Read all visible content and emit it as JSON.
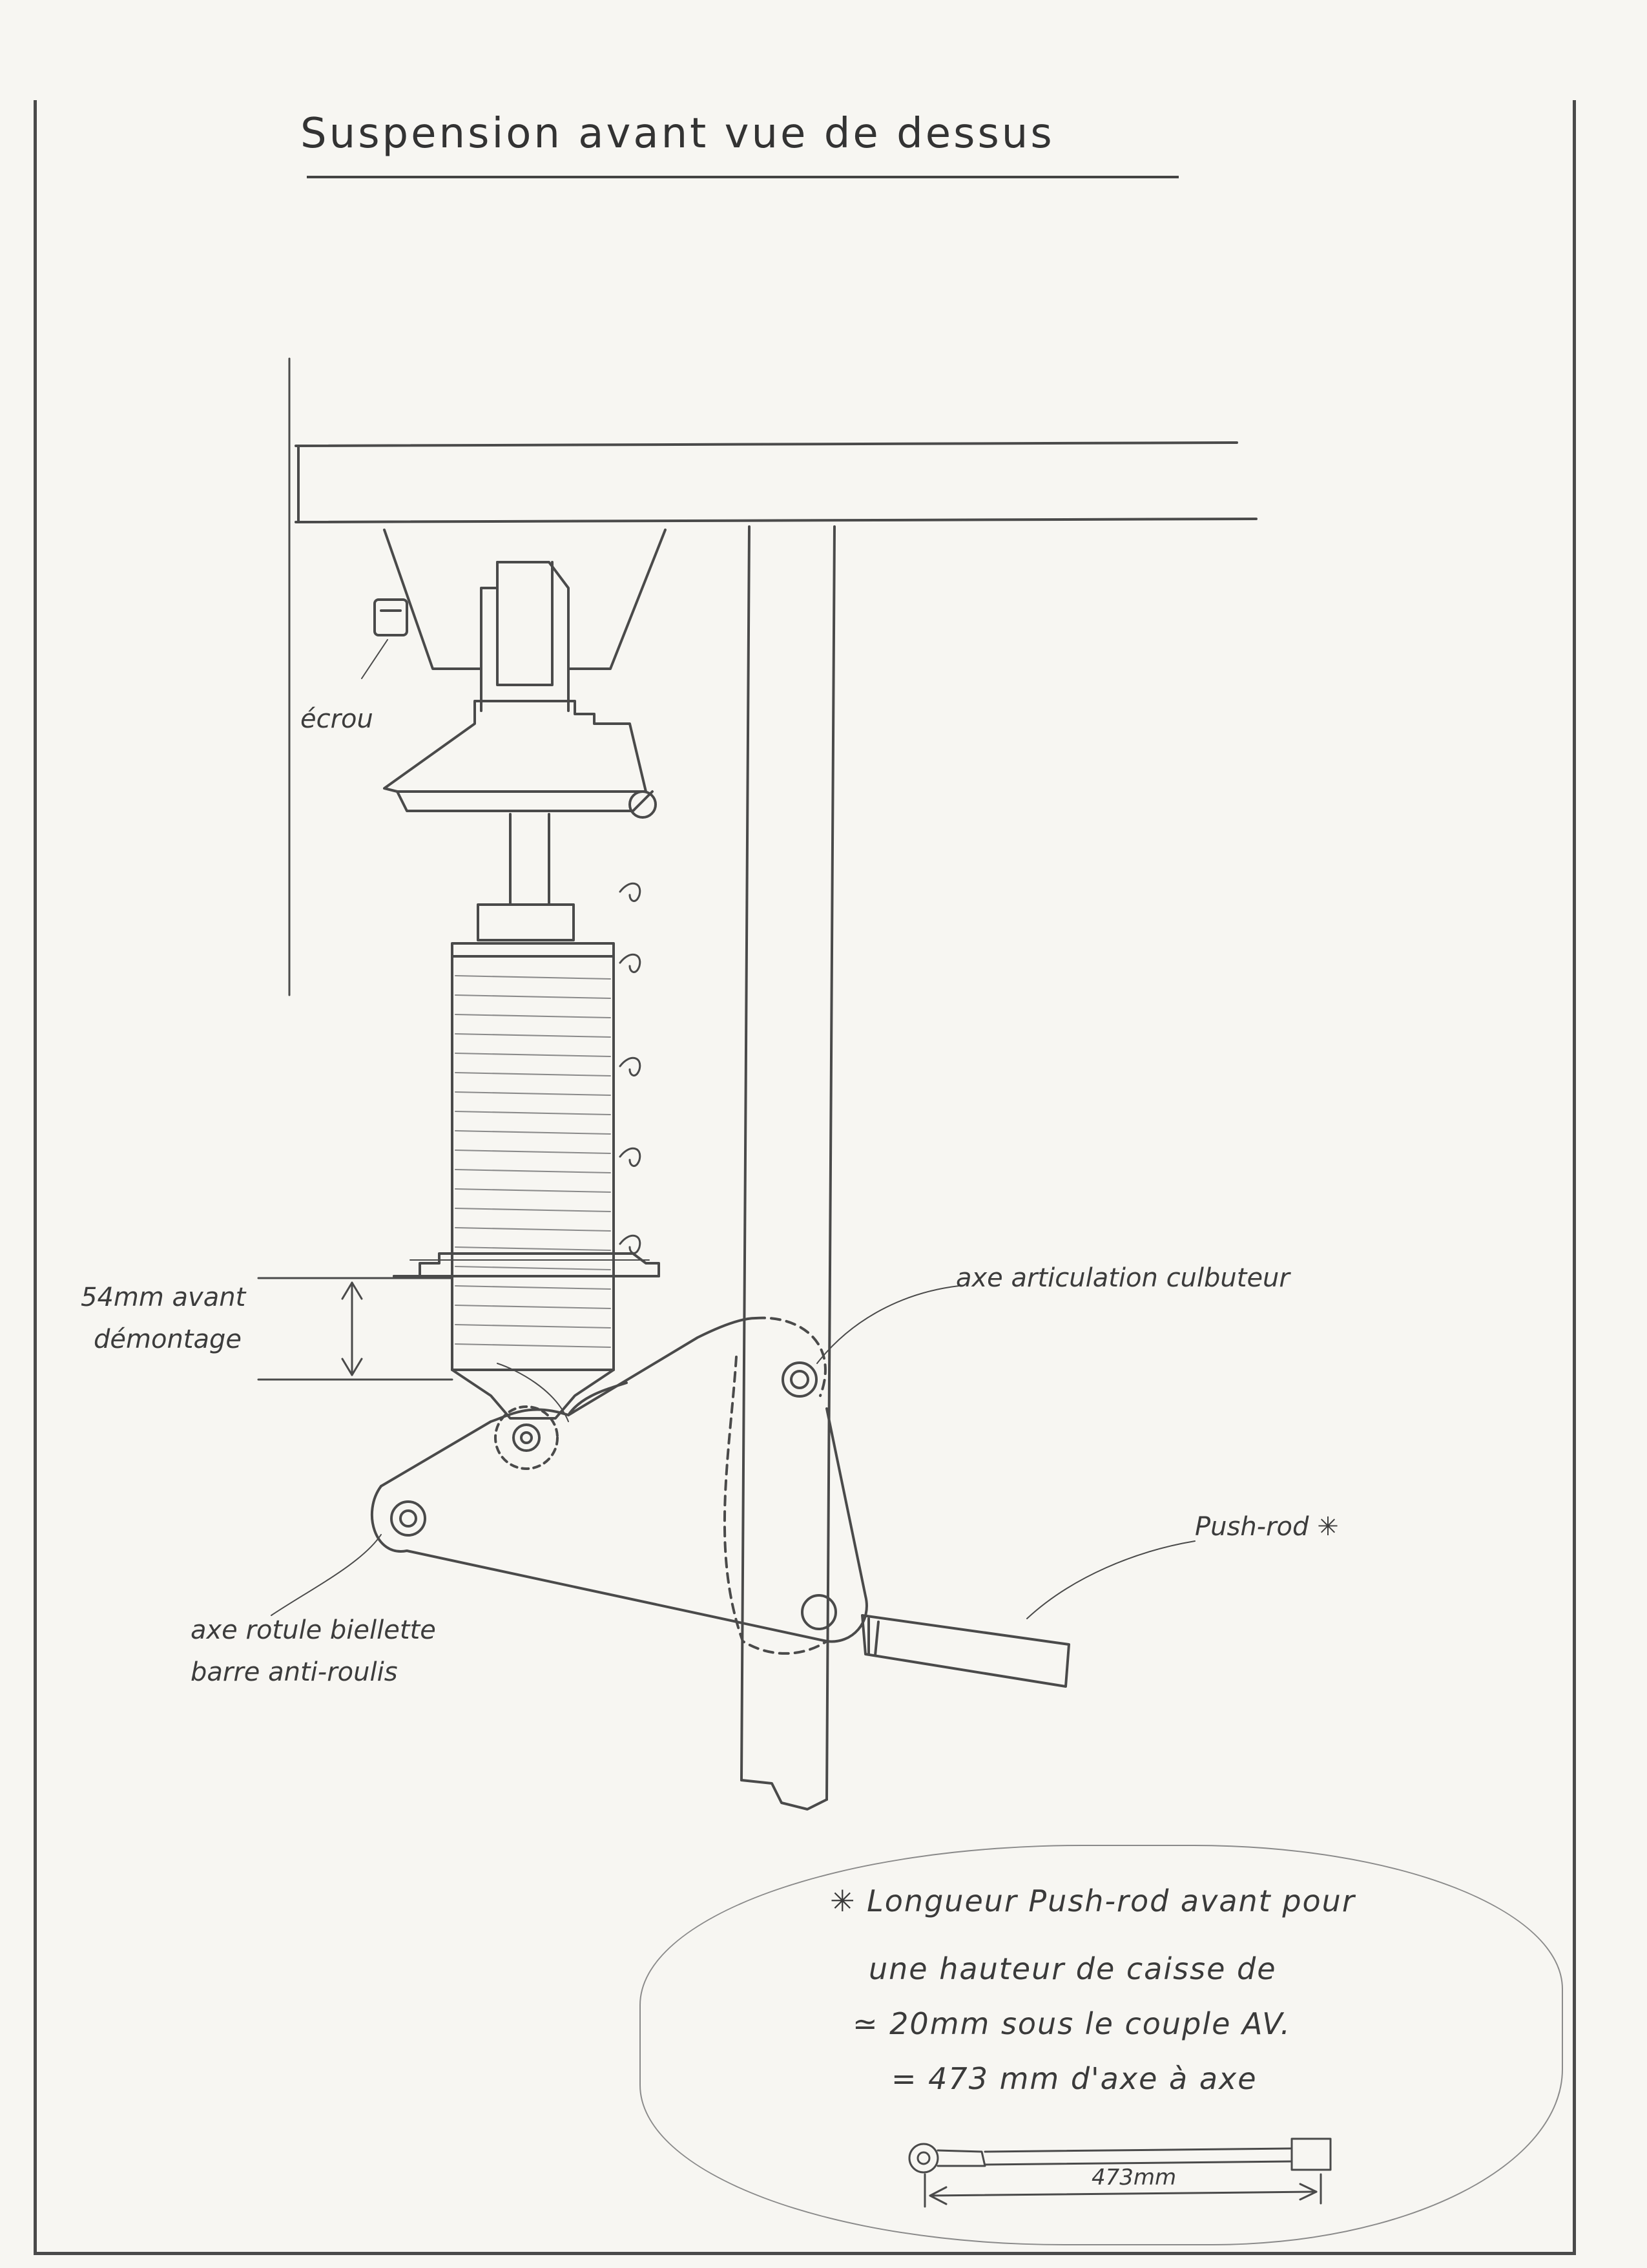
{
  "title": "Suspension avant vue de dessus",
  "labels": {
    "nut": "écrou",
    "measure_line1": "54mm avant",
    "measure_line2": "démontage",
    "rocker_axis": "axe articulation culbuteur",
    "pushrod": "Push-rod ✳",
    "arb_line1": "axe rotule biellette",
    "arb_line2": "barre anti-roulis"
  },
  "note": {
    "line1": "✳ Longueur Push-rod avant pour",
    "line2": "une hauteur de caisse de",
    "line3": "≃ 20mm sous le couple AV.",
    "line4": "= 473 mm d'axe à axe",
    "rod_dimension": "473mm"
  },
  "colors": {
    "paper": "#f7f6f2",
    "pencil": "#3c3c3c",
    "light_pencil": "#7a7a7a"
  }
}
